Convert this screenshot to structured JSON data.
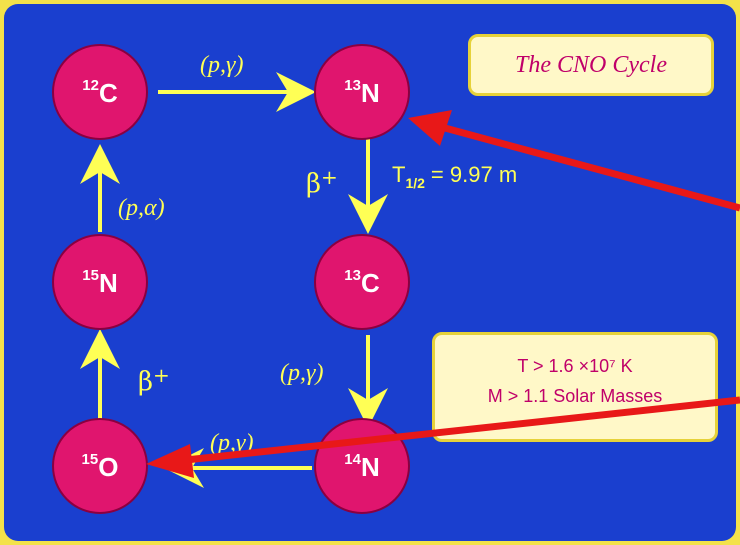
{
  "title": "The CNO Cycle",
  "conditions": {
    "temperature": "T > 1.6 ×10⁷ K",
    "mass": "M > 1.1 Solar Masses"
  },
  "nuclei": [
    {
      "id": "c12",
      "mass": "12",
      "symbol": "C"
    },
    {
      "id": "n13",
      "mass": "13",
      "symbol": "N"
    },
    {
      "id": "c13",
      "mass": "13",
      "symbol": "C"
    },
    {
      "id": "n14",
      "mass": "14",
      "symbol": "N"
    },
    {
      "id": "o15",
      "mass": "15",
      "symbol": "O"
    },
    {
      "id": "n15",
      "mass": "15",
      "symbol": "N"
    }
  ],
  "reactions": {
    "c12_to_n13": "(p,γ)",
    "n13_to_c13": "β",
    "n13_to_c13_sup": "+",
    "half_life_T": "T",
    "half_life_sub": "1/2",
    "half_life_value": "= 9.97 m",
    "c13_to_n14": "(p,γ)",
    "n14_to_o15": "(p,γ)",
    "o15_to_n15": "β",
    "o15_to_n15_sup": "+",
    "n15_to_c12": "(p,α)"
  },
  "colors": {
    "background": "#1a3fcf",
    "border": "#f3e24a",
    "nucleus": "#e0156e",
    "arrow": "#ffff55",
    "pointer": "#e81818",
    "box_text": "#c0006a"
  }
}
